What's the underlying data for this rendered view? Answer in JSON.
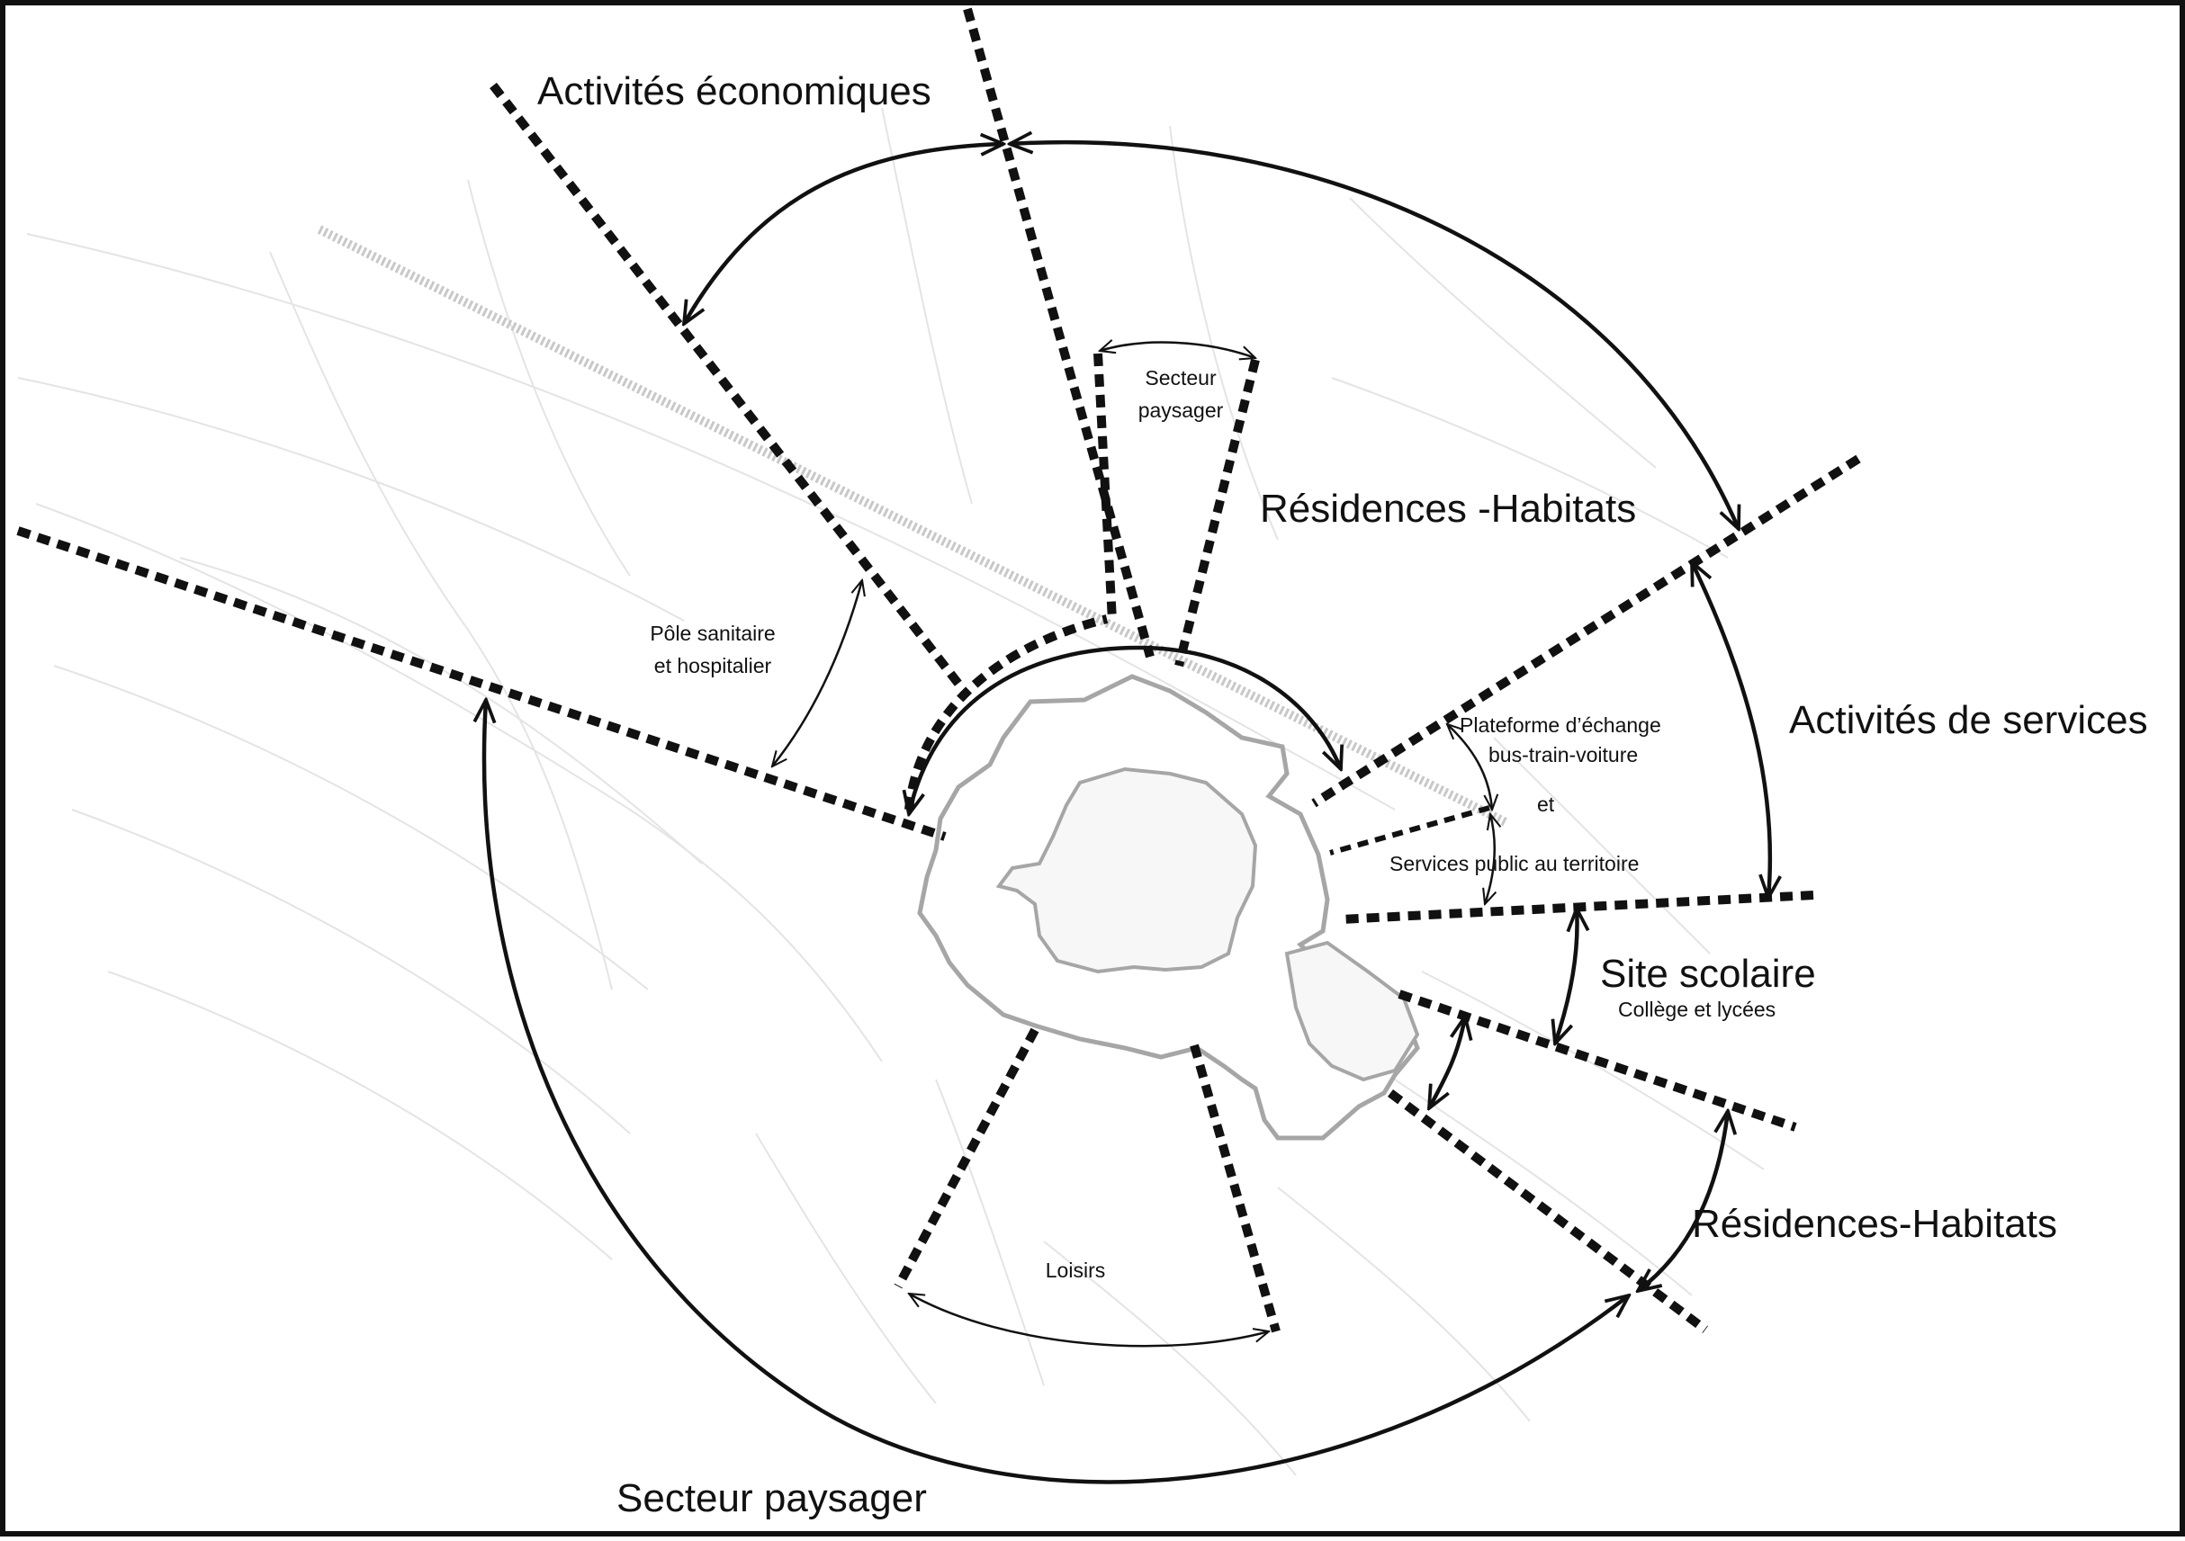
{
  "diagram": {
    "labels": {
      "activites_economiques": "Activités économiques",
      "secteur_paysager_nord_l1": "Secteur",
      "secteur_paysager_nord_l2": "paysager",
      "residences_habitats_nord": "Résidences -Habitats",
      "pole_sanitaire_l1": "Pôle sanitaire",
      "pole_sanitaire_l2": "et hospitalier",
      "activites_de_services": "Activités de services",
      "plateforme_l1": "Plateforme d’échange",
      "plateforme_l2": "bus-train-voiture",
      "et": "et",
      "services_public": "Services public au territoire",
      "site_scolaire": "Site scolaire",
      "college_lycees": "Collège et lycées",
      "residences_habitats_sud": "Résidences-Habitats",
      "loisirs": "Loisirs",
      "secteur_paysager_sud": "Secteur paysager"
    },
    "colors": {
      "ink": "#111111",
      "town_outline": "#a6a6a6",
      "basemap": "#e4e4e4",
      "railway": "#c8c8c8"
    }
  }
}
